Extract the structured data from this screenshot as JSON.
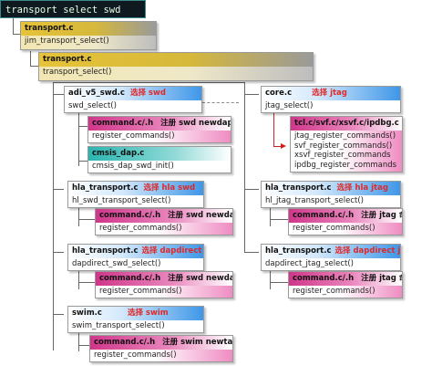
{
  "command": "transport select swd",
  "nodes": {
    "transport_c_1": {
      "title": "transport.c",
      "body": "jim_transport_select()"
    },
    "transport_c_2": {
      "title": "transport.c",
      "body": "transport_select()"
    },
    "adi_v5_swd": {
      "title": "adi_v5_swd.c",
      "tag": "选择 swd",
      "body": "swd_select()"
    },
    "adi_cmd": {
      "title": "command.c/.h",
      "tag": "注册 swd newdap",
      "body": "register_commands()"
    },
    "cmsis_dap": {
      "title": "cmsis_dap.c",
      "body": "cmsis_dap_swd_init()"
    },
    "hla_swd": {
      "title": "hla_transport.c",
      "tag": "选择 hla swd",
      "body": "hl_swd_transport_select()"
    },
    "hla_swd_cmd": {
      "title": "command.c/.h",
      "tag": "注册 swd newdap",
      "body": "register_commands()"
    },
    "hla_dap_swd": {
      "title": "hla_transport.c",
      "tag": "选择 dapdirect swd",
      "body": "dapdirect_swd_select()"
    },
    "hla_dap_swd_cmd": {
      "title": "command.c/.h",
      "tag": "注册 swd newdap",
      "body": "register_commands()"
    },
    "swim": {
      "title": "swim.c",
      "tag": "选择 swim",
      "body": "swim_transport_select()"
    },
    "swim_cmd": {
      "title": "command.c/.h",
      "tag": "注册 swim newtap",
      "body": "register_commands()"
    },
    "core": {
      "title": "core.c",
      "tag": "选择 jtag",
      "body": "jtag_select()"
    },
    "tcl": {
      "title": "tcl.c/svf.c/xsvf.c/ipdbg.c",
      "lines": [
        "jtag_register_commands()",
        "svf_register_commands()",
        "xsvf_register_commands",
        "ipdbg_register_commands"
      ]
    },
    "hla_jtag": {
      "title": "hla_transport.c",
      "tag": "选择 hla jtag",
      "body": "hl_jtag_transport_select()"
    },
    "hla_jtag_cmd": {
      "title": "command.c/.h",
      "tag": "注册 jtag 命令",
      "body": "register_commands()"
    },
    "hla_dap_jtag": {
      "title": "hla_transport.c",
      "tag": "选择 dapdirect jtag",
      "body": "dapdirect_jtag_select()"
    },
    "hla_dap_jtag_cmd": {
      "title": "command.c/.h",
      "tag": "注册 jtag 命令",
      "body": "register_commands()"
    }
  }
}
